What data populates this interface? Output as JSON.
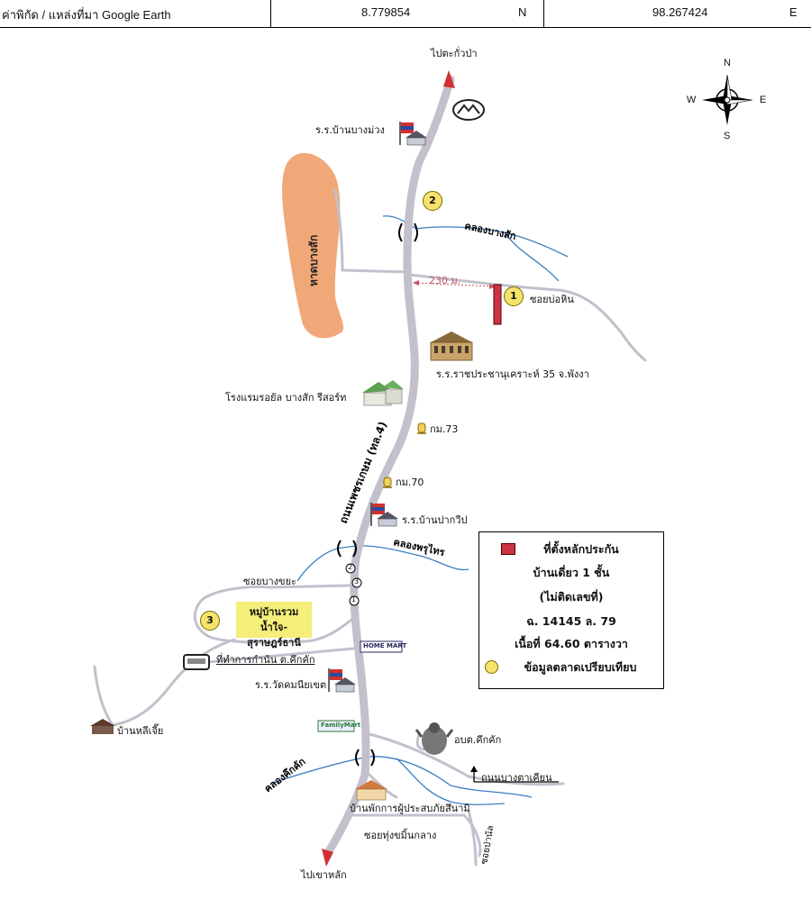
{
  "coordinates": {
    "source_label": "ค่าพิกัด / แหล่งที่มา Google Earth",
    "latitude": "8.779854",
    "latitude_dir": "N",
    "longitude": "98.267424",
    "longitude_dir": "E"
  },
  "compass": {
    "north": "N",
    "south": "S",
    "west": "W",
    "east": "E"
  },
  "labels": {
    "to_takuapa": "ไปตะกั่วป่า",
    "to_khaolak": "ไปเขาหลัก",
    "school_bangmuang": "ร.ร.บ้านบางม่วง",
    "beach_bangsak": "หาดบางสัก",
    "canal_bangsak": "คลองบางสัก",
    "distance": "230 ม.",
    "soi_bohin": "ซอยบ่อหิน",
    "school_ratchaprachanukhro": "ร.ร.ราชประชานุเคราะห์ 35 จ.พังงา",
    "hotel_royal": "โรงแรมรอยัล บางสัก รีสอร์ท",
    "km73": "กม.73",
    "road_phetkasem": "ถนนเพชรเกษม (ทล.4)",
    "km70": "กม.70",
    "school_pakweep": "ร.ร.บ้านปากวีป",
    "canal_phruthai": "คลองพรุไทร",
    "soi_bangkhaya": "ซอยบางขยะ",
    "village": "หมู่บ้านรวมน้ำใจ-สุราษฎร์ธานี",
    "village_line1": "หมู่บ้านรวมน้ำใจ-",
    "village_line2": "สุราษฎร์ธานี",
    "kamnan_office": "ที่ทำการกำนัน ต.คึกคัก",
    "home_mart": "HOME MART",
    "school_watkhomniyet": "ร.ร.วัดคมนียเขต",
    "ban_leejia": "บ้านหลีเจี๊ย",
    "family_mart": "FamilyMart",
    "obt_khukkhak": "อบต.คึกคัก",
    "canal_khukkhak": "คลองคึกคัก",
    "road_bangtakhian": "ถนนบางตาเคียน",
    "tsunami_shelter": "บ้านพักการผู้ประสบภัยสึนามิ",
    "soi_thungkhamin": "ซอยทุ่งขมิ้นกลาง",
    "soi_pannan": "ซอยป่านัล"
  },
  "markers": {
    "m1": "1",
    "m2": "2",
    "m3": "3",
    "s1": "1",
    "s2": "2",
    "s3": "3"
  },
  "legend": {
    "line1": "ที่ตั้งหลักประกัน",
    "line2": "บ้านเดี่ยว 1 ชั้น",
    "line3": "(ไม่ติดเลขที่)",
    "line4": "ฉ. 14145  ล. 79",
    "line5": "เนื้อที่ 64.60 ตารางวา",
    "line6": "ข้อมูลตลาดเปรียบเทียบ"
  },
  "colors": {
    "road": "#c3c0cc",
    "canal": "#3a7fc4",
    "beach": "#f0a878",
    "collateral": "#cc3344",
    "marker": "#f6e36b",
    "distance": "#cc5566",
    "arrow": "#d03030"
  }
}
